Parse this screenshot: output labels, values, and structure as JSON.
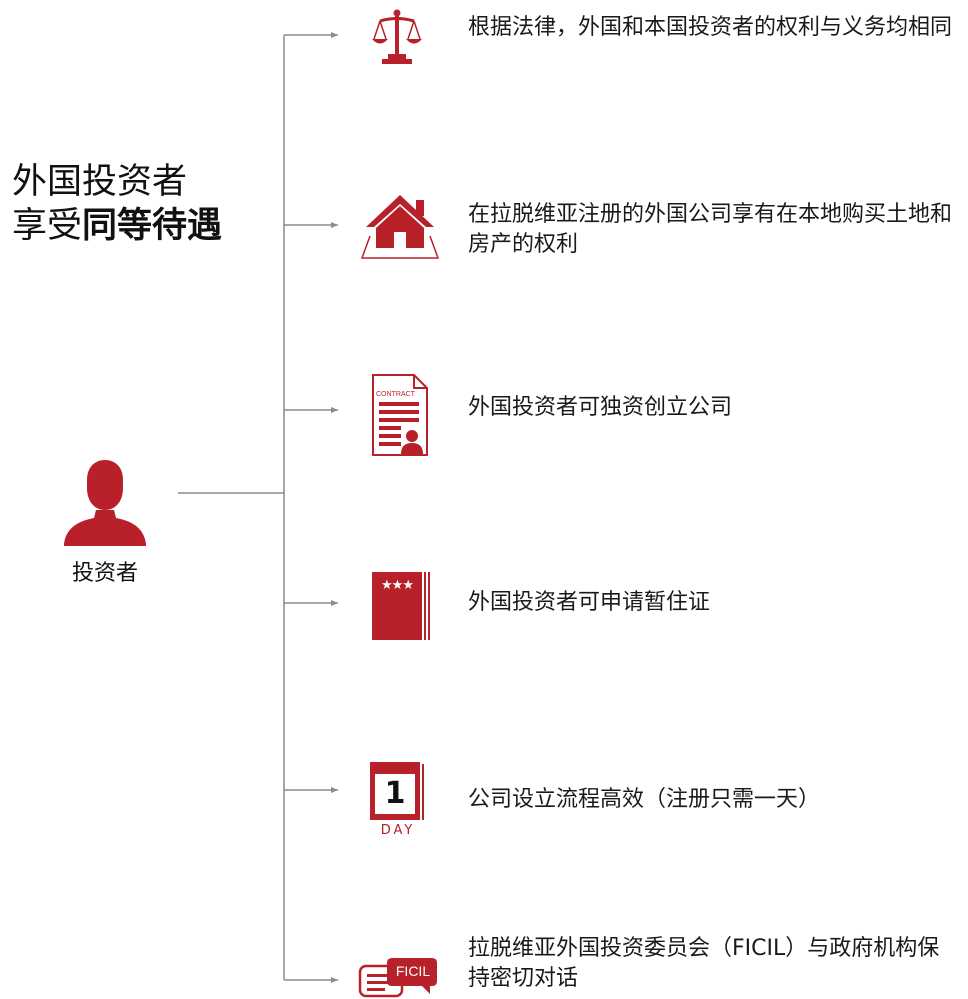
{
  "title": {
    "line1": "外国投资者",
    "line2_prefix": "享受",
    "line2_bold": "同等待遇"
  },
  "investor": {
    "label": "投资者",
    "icon": "person-icon"
  },
  "colors": {
    "accent": "#b8202a",
    "line": "#8c8c8c",
    "text": "#1a1a1a"
  },
  "items": [
    {
      "icon": "scales-icon",
      "text": "根据法律，外国和本国投资者的权利与义务均相同"
    },
    {
      "icon": "house-icon",
      "text": "在拉脱维亚注册的外国公司享有在本地购买土地和房产的权利"
    },
    {
      "icon": "contract-icon",
      "icon_text": "CONTRACT",
      "text": "外国投资者可独资创立公司"
    },
    {
      "icon": "residence-permit-icon",
      "text": "外国投资者可申请暂住证"
    },
    {
      "icon": "calendar-icon",
      "icon_number": "1",
      "icon_text": "DAY",
      "text": "公司设立流程高效（注册只需一天）"
    },
    {
      "icon": "chat-icon",
      "icon_text": "FICIL",
      "text": "拉脱维亚外国投资委员会（FICIL）与政府机构保持密切对话"
    }
  ]
}
